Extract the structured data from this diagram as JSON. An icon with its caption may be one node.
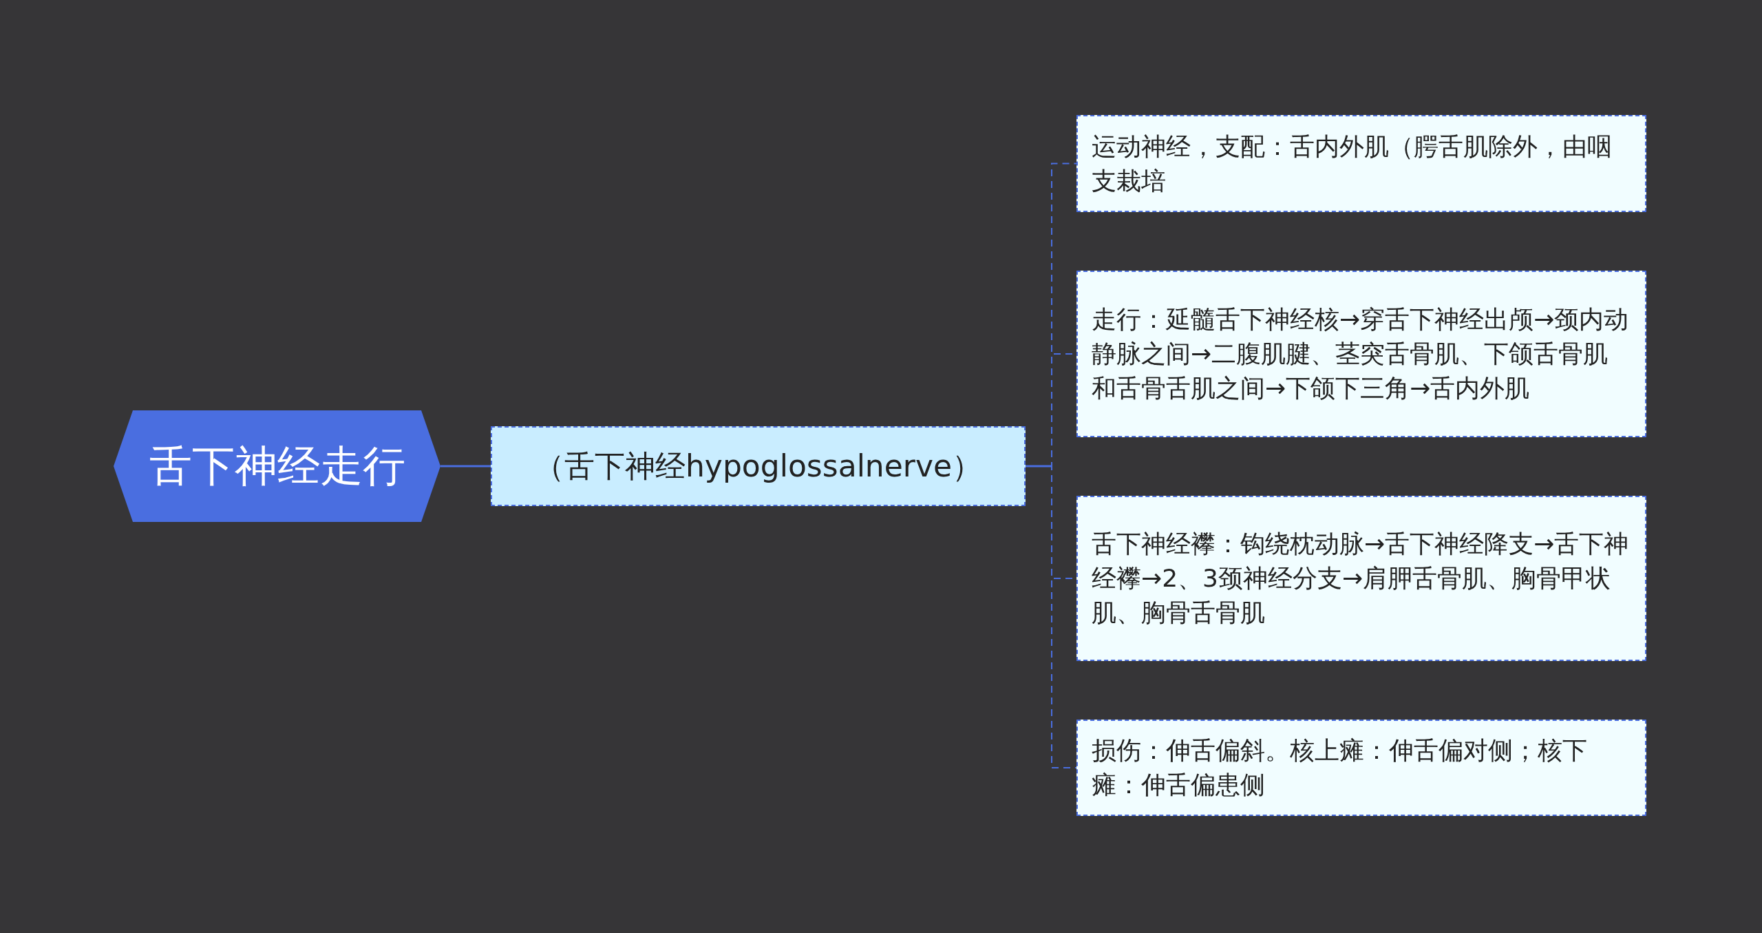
{
  "diagram": {
    "nodes": [
      {
        "text": [
          "舌下神经走行"
        ]
      },
      {
        "text": [
          "（舌下神经hypoglossalnerve）"
        ]
      },
      {
        "text": [
          "运动神经，支配：舌内外肌（腭舌肌除外，由咽支栽培"
        ]
      },
      {
        "text": [
          "走行：延髓舌下神经核→穿舌下神经出颅→颈内动静脉之间→二腹肌腱、茎突舌骨肌、下颌舌骨肌和舌骨舌肌之间→下颌下三角→舌内外肌"
        ]
      },
      {
        "text": [
          "舌下神经襻：钩绕枕动脉→舌下神经降支→舌下神经襻→2、3颈神经分支→肩胛舌骨肌、胸骨甲状肌、胸骨舌骨肌"
        ]
      },
      {
        "text": [
          "损伤：伸舌偏斜。核上瘫：伸舌偏对侧；核下瘫：伸舌偏患侧"
        ]
      }
    ],
    "edges": [
      {
        "from": 0,
        "to": 1,
        "arrow": "none"
      },
      {
        "from": 1,
        "to": 2,
        "arrow": "none",
        "style": "dashed"
      },
      {
        "from": 1,
        "to": 3,
        "arrow": "none",
        "style": "dashed"
      },
      {
        "from": 1,
        "to": 4,
        "arrow": "none",
        "style": "dashed"
      },
      {
        "from": 1,
        "to": 5,
        "arrow": "none",
        "style": "dashed"
      }
    ]
  }
}
